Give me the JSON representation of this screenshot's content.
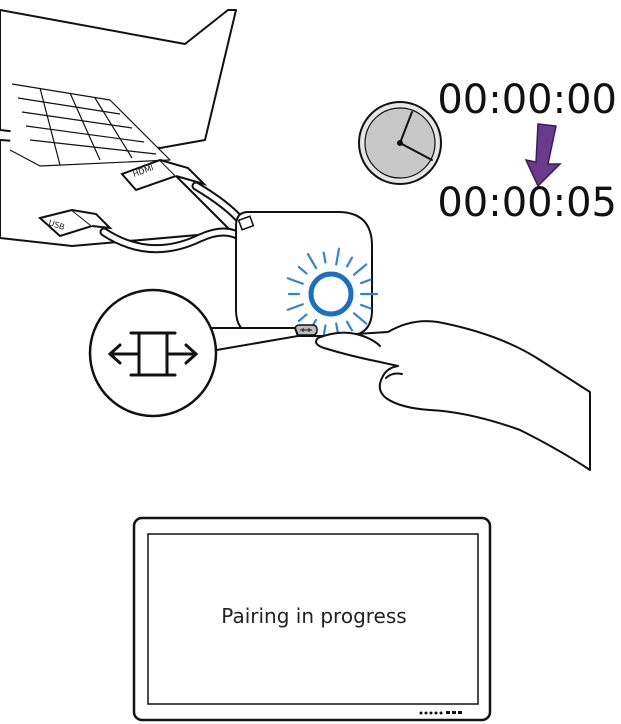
{
  "timer": {
    "start": "00:00:00",
    "end": "00:00:05"
  },
  "display": {
    "message": "Pairing in progress"
  },
  "port_labels": {
    "hdmi": "HDMI",
    "usb": "USB"
  },
  "icons": {
    "clock": "clock-icon",
    "arrow": "down-arrow-icon",
    "pair_button": "pair-button-icon",
    "pair_symbol": "pairing-arrows-icon"
  },
  "colors": {
    "arrow": "#6a3a8c",
    "led_ring": "#1a6fc2",
    "led_glow": "#2e86d6"
  }
}
